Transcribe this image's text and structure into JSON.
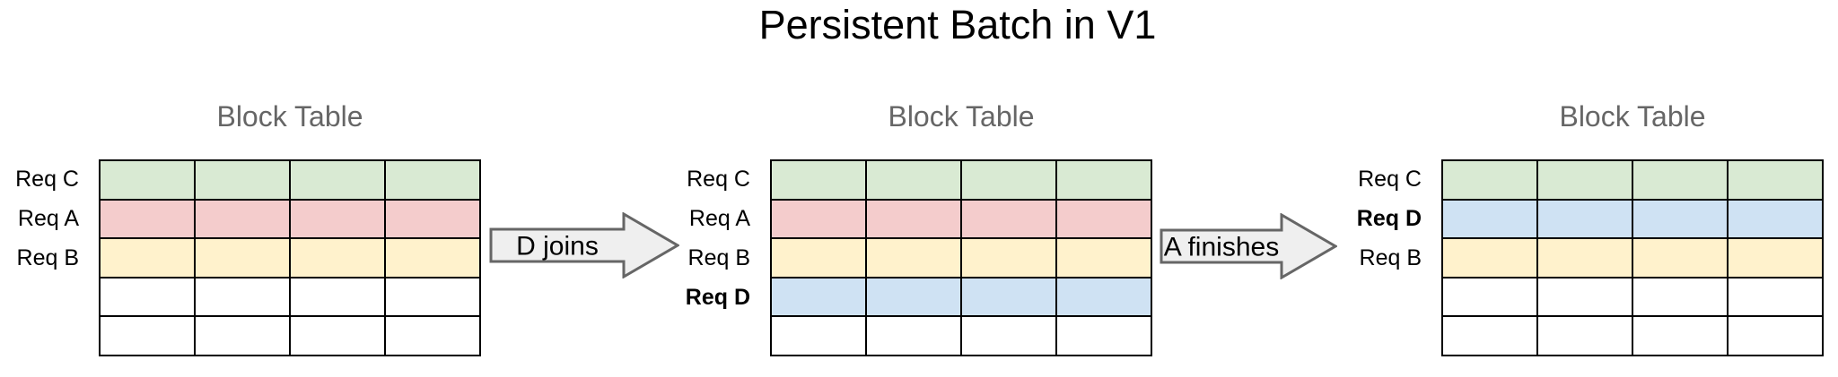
{
  "title": "Persistent Batch in V1",
  "colors": {
    "green": "#d9ead3",
    "red": "#f4cccc",
    "yellow": "#fff2cc",
    "blue": "#cfe2f3",
    "empty": "#ffffff",
    "table_title_gray": "#666666",
    "arrow_fill": "#efefef",
    "arrow_border": "#666666",
    "table_border": "#000000"
  },
  "arrows": [
    {
      "label": "D joins"
    },
    {
      "label": "A finishes"
    }
  ],
  "panels": [
    {
      "title": "Block Table",
      "columns": 4,
      "rows": [
        {
          "label": "Req C",
          "bold": false,
          "color": "green"
        },
        {
          "label": "Req A",
          "bold": false,
          "color": "red"
        },
        {
          "label": "Req B",
          "bold": false,
          "color": "yellow"
        },
        {
          "label": "",
          "bold": false,
          "color": "empty"
        },
        {
          "label": "",
          "bold": false,
          "color": "empty"
        }
      ]
    },
    {
      "title": "Block Table",
      "columns": 4,
      "rows": [
        {
          "label": "Req C",
          "bold": false,
          "color": "green"
        },
        {
          "label": "Req A",
          "bold": false,
          "color": "red"
        },
        {
          "label": "Req B",
          "bold": false,
          "color": "yellow"
        },
        {
          "label": "Req D",
          "bold": true,
          "color": "blue"
        },
        {
          "label": "",
          "bold": false,
          "color": "empty"
        }
      ]
    },
    {
      "title": "Block Table",
      "columns": 4,
      "rows": [
        {
          "label": "Req C",
          "bold": false,
          "color": "green"
        },
        {
          "label": "Req D",
          "bold": true,
          "color": "blue"
        },
        {
          "label": "Req B",
          "bold": false,
          "color": "yellow"
        },
        {
          "label": "",
          "bold": false,
          "color": "empty"
        },
        {
          "label": "",
          "bold": false,
          "color": "empty"
        }
      ]
    }
  ]
}
